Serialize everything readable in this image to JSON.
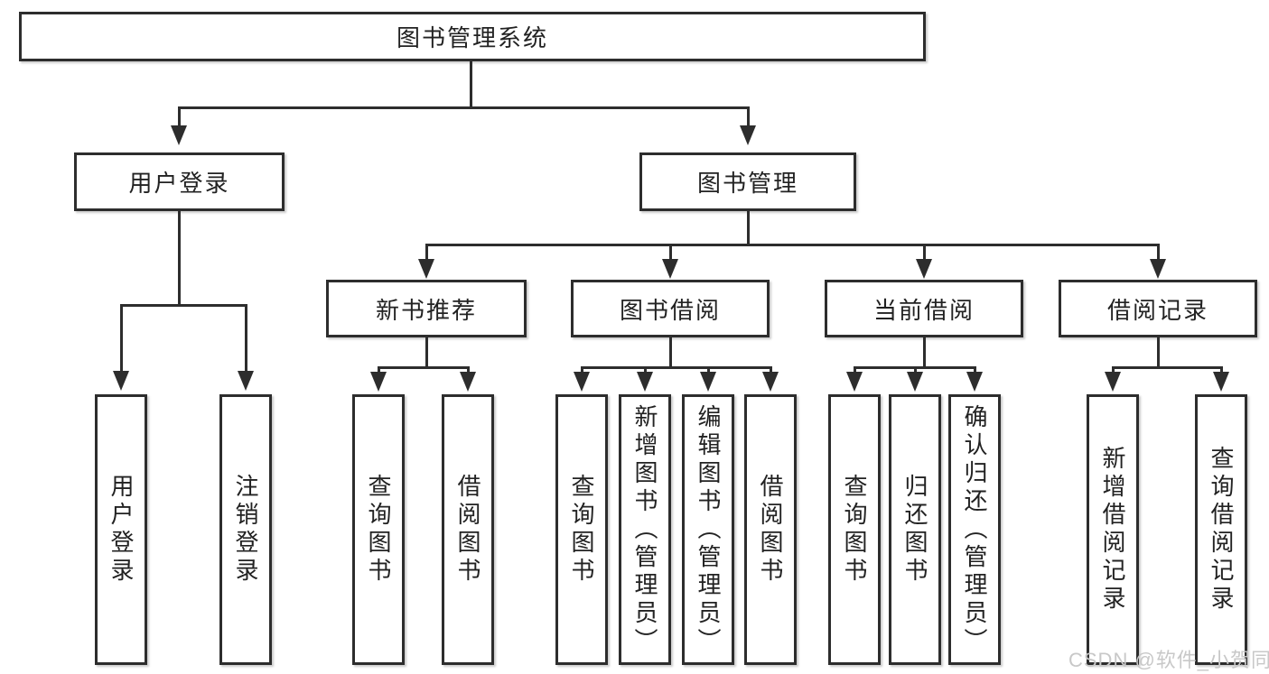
{
  "diagram": {
    "root": {
      "label": "图书管理系统"
    },
    "user_branch": {
      "label": "用户登录",
      "children": [
        {
          "label": "用户登录"
        },
        {
          "label": "注销登录"
        }
      ]
    },
    "book_branch": {
      "label": "图书管理",
      "groups": [
        {
          "label": "新书推荐",
          "children": [
            {
              "label": "查询图书"
            },
            {
              "label": "借阅图书"
            }
          ]
        },
        {
          "label": "图书借阅",
          "children": [
            {
              "label": "查询图书"
            },
            {
              "label": "新增图书（管理员）"
            },
            {
              "label": "编辑图书（管理员）"
            },
            {
              "label": "借阅图书"
            }
          ]
        },
        {
          "label": "当前借阅",
          "children": [
            {
              "label": "查询图书"
            },
            {
              "label": "归还图书"
            },
            {
              "label": "确认归还（管理员）"
            }
          ]
        },
        {
          "label": "借阅记录",
          "children": [
            {
              "label": "新增借阅记录"
            },
            {
              "label": "查询借阅记录"
            }
          ]
        }
      ]
    },
    "watermark": "CSDN @软件_小贺同学",
    "colors": {
      "line": "#2d2d2d",
      "border": "#2d2d2d",
      "text": "#222222",
      "watermark": "#c8c8c8",
      "background": "#ffffff"
    }
  }
}
